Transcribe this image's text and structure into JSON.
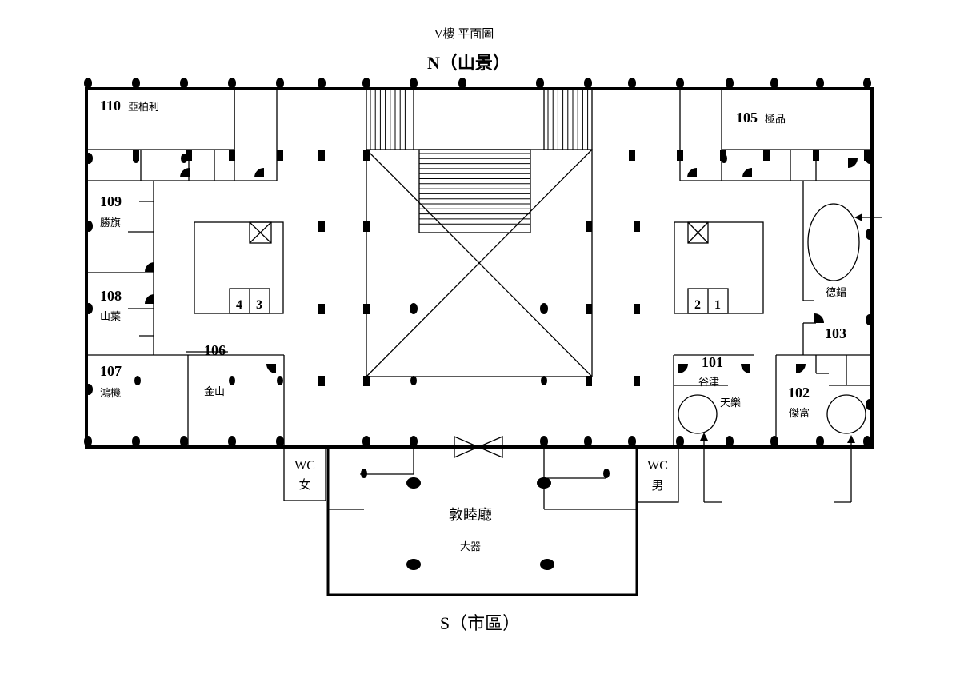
{
  "header": {
    "title": "V樓 平面圖",
    "north_label": "N（山景）",
    "south_label": "S（市區）"
  },
  "rooms": {
    "r110": {
      "number": "110",
      "name": "亞柏利"
    },
    "r109": {
      "number": "109",
      "name": "勝旗"
    },
    "r108": {
      "number": "108",
      "name": "山葉"
    },
    "r107": {
      "number": "107",
      "name": "鴻機"
    },
    "r106": {
      "number": "106",
      "name": "金山"
    },
    "r105": {
      "number": "105",
      "name": "極品"
    },
    "r103": {
      "number": "103",
      "name": "德錩"
    },
    "r101": {
      "number": "101",
      "name": "谷津"
    },
    "r102": {
      "number": "102",
      "name": "傑富"
    },
    "tianle": {
      "name": "天樂"
    },
    "hall": {
      "name": "敦睦廳",
      "sub_name": "大器"
    }
  },
  "elevators": {
    "west": [
      "4",
      "3"
    ],
    "east": [
      "2",
      "1"
    ]
  },
  "restrooms": {
    "women": {
      "label": "WC",
      "gender": "女",
      "color": "#c00000"
    },
    "men": {
      "label": "WC",
      "gender": "男",
      "color": "#1f1fb4"
    }
  }
}
